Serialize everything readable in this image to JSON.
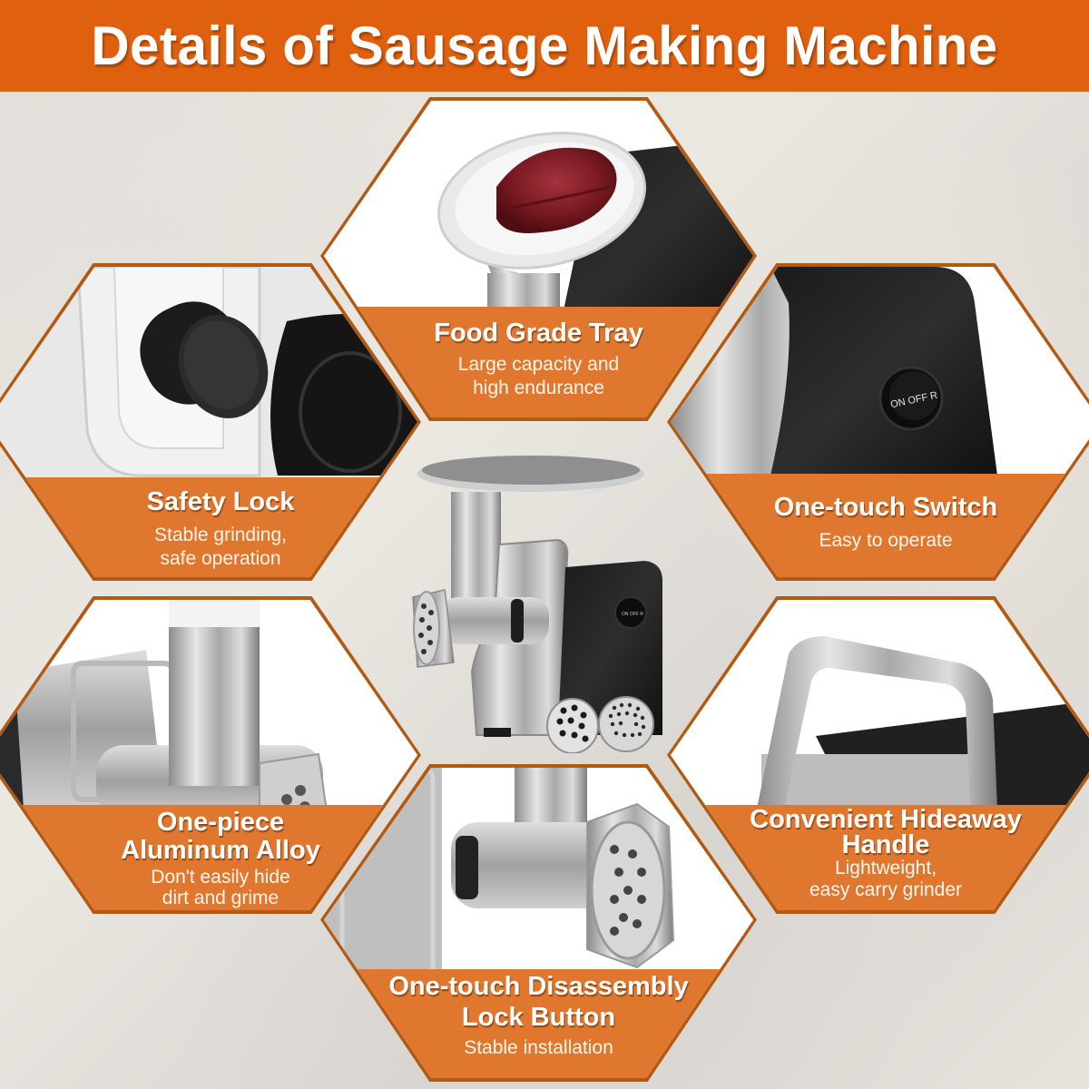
{
  "header": {
    "title": "Details of Sausage Making Machine",
    "background_color": "#df600f"
  },
  "accent": {
    "band_color": "#e0772f",
    "border_color": "#b35a12"
  },
  "features": [
    {
      "id": "food-grade-tray",
      "title": "Food Grade Tray",
      "description_lines": [
        "Large capacity and",
        "high endurance"
      ],
      "image": "meat-on-tray-photo"
    },
    {
      "id": "safety-lock",
      "title": "Safety Lock",
      "description_lines": [
        "Stable grinding,",
        "safe operation"
      ],
      "image": "safety-lock-knob-photo"
    },
    {
      "id": "one-touch-switch",
      "title": "One-touch Switch",
      "description_lines": [
        "Easy to operate"
      ],
      "image": "power-switch-photo",
      "switch_label": "ON OFF R"
    },
    {
      "id": "aluminum-alloy",
      "title_lines": [
        "One-piece",
        "Aluminum Alloy"
      ],
      "description_lines": [
        "Don't easily hide",
        "dirt and grime"
      ],
      "image": "aluminum-head-photo"
    },
    {
      "id": "hideaway-handle",
      "title_lines": [
        "Convenient Hideaway",
        "Handle"
      ],
      "description_lines": [
        "Lightweight,",
        "easy carry grinder"
      ],
      "image": "handle-photo"
    },
    {
      "id": "disassembly-lock",
      "title_lines": [
        "One-touch Disassembly",
        "Lock Button"
      ],
      "description_lines": [
        "Stable installation"
      ],
      "image": "grinder-head-photo"
    }
  ],
  "product": {
    "image": "meat-grinder-product-photo",
    "switch_label": "ON OFF R",
    "accessories": [
      "coarse-grinding-plate",
      "fine-grinding-plate"
    ]
  }
}
